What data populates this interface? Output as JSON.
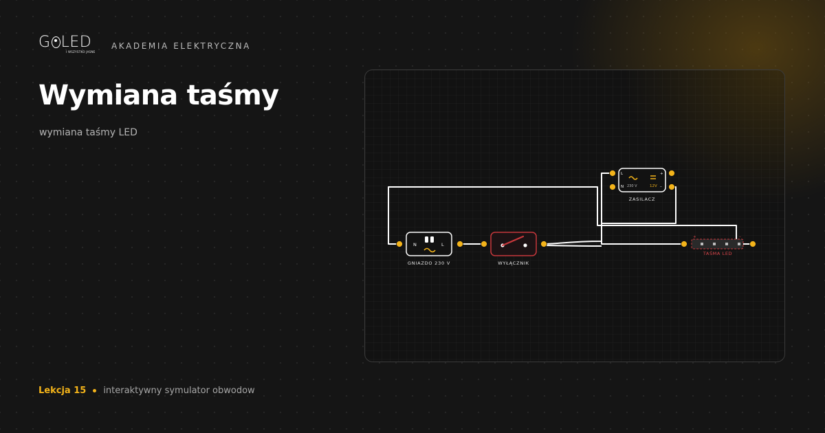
{
  "brand": {
    "logo_text": "GOLED",
    "logo_tagline": "I WSZYSTKO JASNE",
    "name": "AKADEMIA ELEKTRYCZNA"
  },
  "page": {
    "title": "Wymiana taśmy",
    "subtitle": "wymiana taśmy LED"
  },
  "footer": {
    "lesson": "Lekcja 15",
    "description": "interaktywny symulator obwodow"
  },
  "circuit": {
    "outlet": {
      "label": "GNIAZDO 230 V",
      "pin_n": "N",
      "pin_l": "L"
    },
    "switch": {
      "label": "WYŁĄCZNIK"
    },
    "psu": {
      "label": "ZASILACZ",
      "in_l": "L",
      "in_n": "N",
      "in_voltage": "230 V",
      "out_voltage": "12V",
      "out_plus": "+",
      "out_minus": "–"
    },
    "led": {
      "label": "TAŚMA LED",
      "plus": "+",
      "minus": "–"
    },
    "colors": {
      "wire": "#ffffff",
      "terminal": "#f4b41a",
      "accent": "#f4b41a",
      "switch_border": "#c8383c",
      "led_label": "#e0474c"
    }
  },
  "colors": {
    "accent": "#f4b41a",
    "background": "#151515"
  }
}
